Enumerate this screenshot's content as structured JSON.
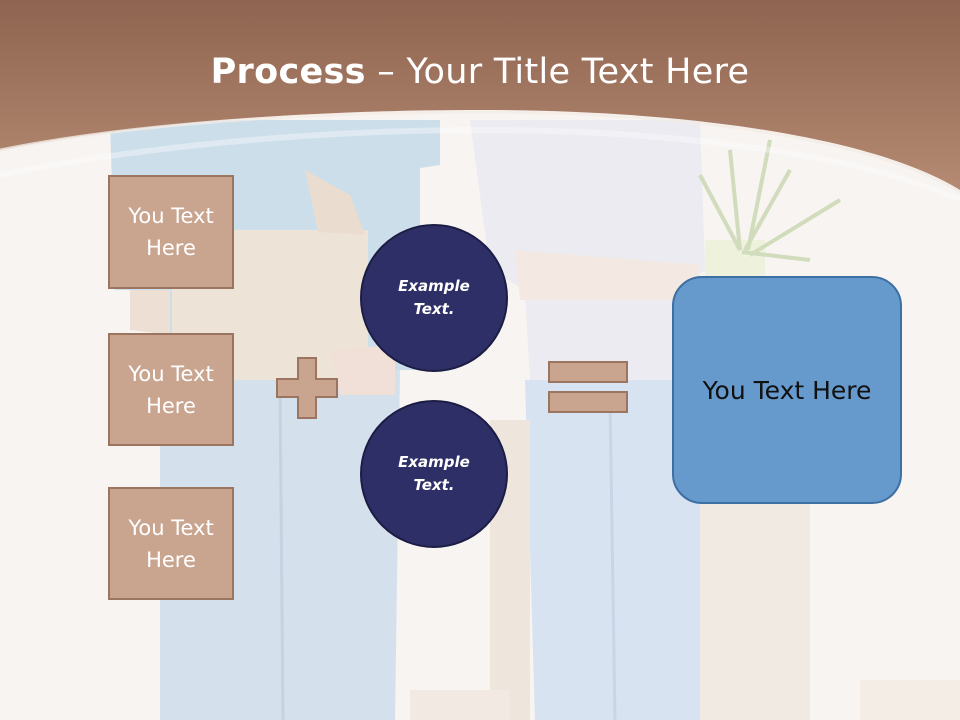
{
  "slide": {
    "title_bold": "Process",
    "title_rest": " – Your Title Text Here",
    "boxes": [
      "You Text\nHere",
      "You Text\nHere",
      "You Text\nHere"
    ],
    "circles": [
      "Example\nText.",
      "Example\nText."
    ],
    "result": "You Text Here"
  },
  "colors": {
    "header_band": "#a97a62",
    "text_box_fill": "#c9a590",
    "circle_fill": "#2e2f66",
    "result_fill": "#6699cc"
  },
  "icons": {
    "operator_1": "plus-icon",
    "operator_2": "equals-icon"
  }
}
